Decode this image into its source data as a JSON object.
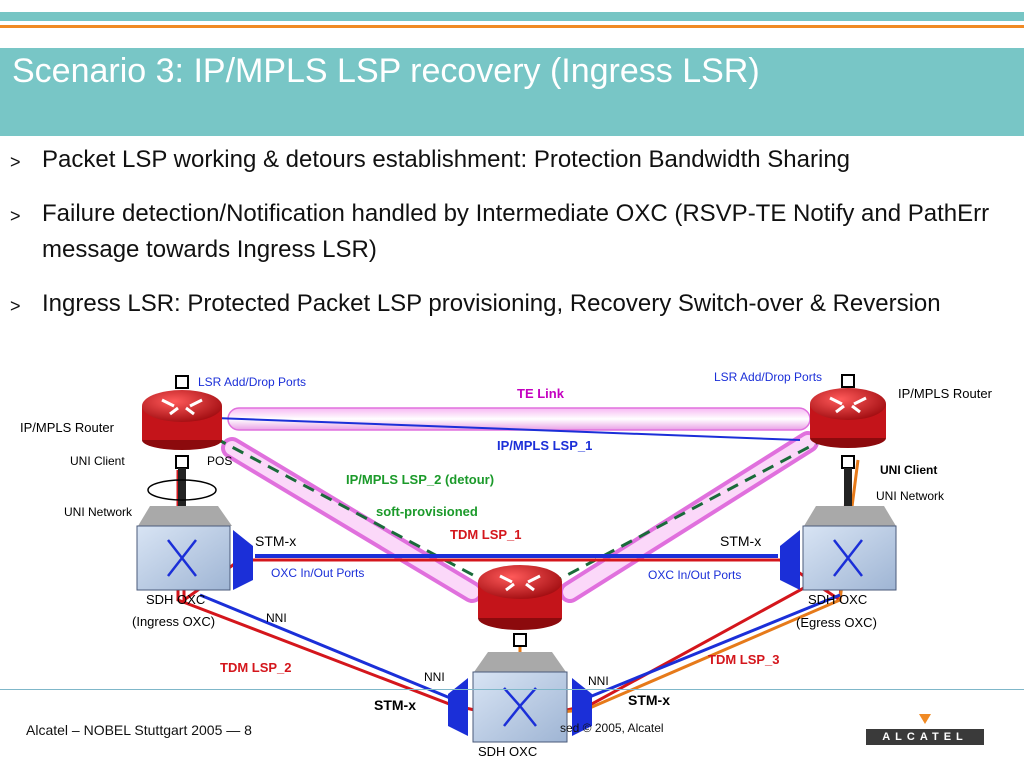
{
  "title": "Scenario 3: IP/MPLS LSP recovery (Ingress LSR)",
  "bullets": [
    {
      "marker": ">",
      "text": "Packet LSP working & detours establishment:  Protection Bandwidth Sharing"
    },
    {
      "marker": ">",
      "text": "Failure detection/Notification handled by Intermediate OXC (RSVP-TE Notify and PathErr message towards Ingress LSR)"
    },
    {
      "marker": ">",
      "text": "Ingress LSR: Protected Packet LSP provisioning, Recovery Switch-over & Reversion"
    }
  ],
  "diagram": {
    "lsr_ports_left": "LSR Add/Drop Ports",
    "lsr_ports_right": "LSR Add/Drop Ports",
    "router_left": "IP/MPLS Router",
    "router_right": "IP/MPLS Router",
    "uni_client_left": "UNI Client",
    "uni_client_right": "UNI Client",
    "pos": "POS",
    "uni_network_left": "UNI Network",
    "uni_network_right": "UNI Network",
    "te_link": "TE Link",
    "lsp1": "IP/MPLS LSP_1",
    "lsp2": "IP/MPLS LSP_2 (detour)",
    "soft": "soft-provisioned",
    "tdm1": "TDM LSP_1",
    "tdm2": "TDM LSP_2",
    "tdm3": "TDM LSP_3",
    "stm_left": "STM-x",
    "stm_right": "STM-x",
    "stm_bottom_left": "STM-x",
    "stm_bottom_right": "STM-x",
    "oxc_ports_left": "OXC In/Out Ports",
    "oxc_ports_right": "OXC In/Out Ports",
    "nni_left": "NNI",
    "nni_bottom_left": "NNI",
    "nni_bottom_right": "NNI",
    "oxc_left_1": "SDH OXC",
    "oxc_left_2": "(Ingress OXC)",
    "oxc_right_1": "SDH OXC",
    "oxc_right_2": "(Egress OXC)",
    "oxc_bottom": "SDH OXC"
  },
  "footer": {
    "left": "Alcatel – NOBEL Stuttgart 2005 — 8",
    "copyright": "sed © 2005, Alcatel",
    "logo": "ALCATEL"
  },
  "colors": {
    "title_band": "#78c6c6",
    "accent_orange": "#f08a24",
    "router_red": "#d4161c",
    "oxc_blue": "#1b2fd8"
  }
}
